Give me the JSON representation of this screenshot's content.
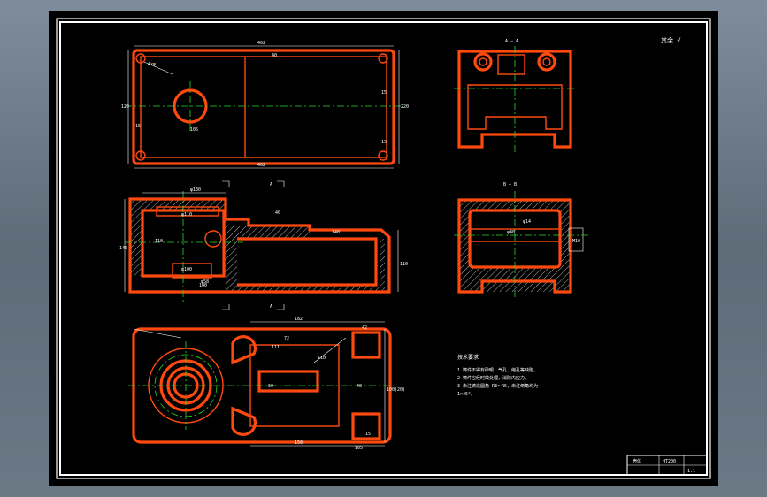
{
  "sheet": {
    "roughness_mark": "其余 √"
  },
  "views": {
    "top": {
      "dims": [
        "462",
        "40",
        "15",
        "15",
        "15",
        "220",
        "120",
        "105",
        "462",
        "4×φ"
      ]
    },
    "side_a": {
      "label": "A — A"
    },
    "section": {
      "dims": [
        "φ130",
        "φ110",
        "φ100",
        "110",
        "100",
        "40",
        "140",
        "140",
        "110",
        "φ58"
      ],
      "cut_marks": [
        "A",
        "A"
      ]
    },
    "side_b": {
      "label": "B — B",
      "dims": [
        "φ14",
        "M10",
        "φ40"
      ]
    },
    "plan": {
      "dims": [
        "182",
        "72",
        "111",
        "42",
        "60",
        "15",
        "40",
        "150",
        "105",
        "100(20)"
      ]
    }
  },
  "notes": {
    "title": "技术要求",
    "items": [
      "1  铸件不得有砂眼、气孔、缩孔等缺陷。",
      "2  铸件应经时效处理，消除内应力。",
      "3  未注铸造圆角 R3～R5，未注倒角均为",
      "    1×45°。"
    ]
  },
  "title_block": {
    "name": "壳体",
    "material": "HT200",
    "scale": "1:1"
  },
  "colors": {
    "part": "#ff4a0f",
    "center": "#2bd82b",
    "dim": "#ffffff",
    "sheet": "#000000"
  }
}
